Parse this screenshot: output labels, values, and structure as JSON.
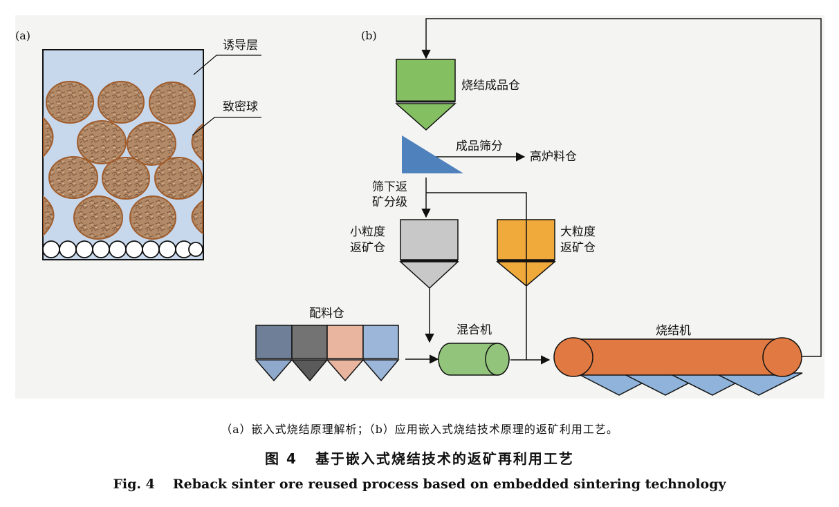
{
  "panel_a": {
    "tag": "(a)",
    "label_induction": "诱导层",
    "label_dense": "致密球"
  },
  "panel_b": {
    "tag": "(b)",
    "label_product_bin": "烧结成品仓",
    "label_screening": "成品筛分",
    "label_blast_bin": "高炉料仓",
    "label_undersize_1": "筛下返",
    "label_undersize_2": "矿分级",
    "label_small_1": "小粒度",
    "label_small_2": "返矿仓",
    "label_large_1": "大粒度",
    "label_large_2": "返矿仓",
    "label_dosing": "配料仓",
    "label_mixer": "混合机",
    "label_sinter": "烧结机"
  },
  "colors": {
    "product_bin": "#84c062",
    "screen": "#4f81bd",
    "small_bin": "#c8c8c8",
    "large_bin": "#f0a93b",
    "dosing_bins": [
      "#6e7f97",
      "#737373",
      "#eab59e",
      "#9cb6da"
    ],
    "mixer": "#92c47c",
    "sinter_machine": "#e07a42",
    "sinter_hoppers": "#8fb3da",
    "box_a": "#c8d8ec",
    "ball": "#b38a68"
  },
  "caption": {
    "sub": "（a）嵌入式烧结原理解析；（b）应用嵌入式烧结技术原理的返矿利用工艺。",
    "cn_num": "图 4",
    "cn_title": "基于嵌入式烧结技术的返矿再利用工艺",
    "en_num": "Fig. 4",
    "en_title": "Reback sinter ore reused process based on embedded sintering technology"
  }
}
